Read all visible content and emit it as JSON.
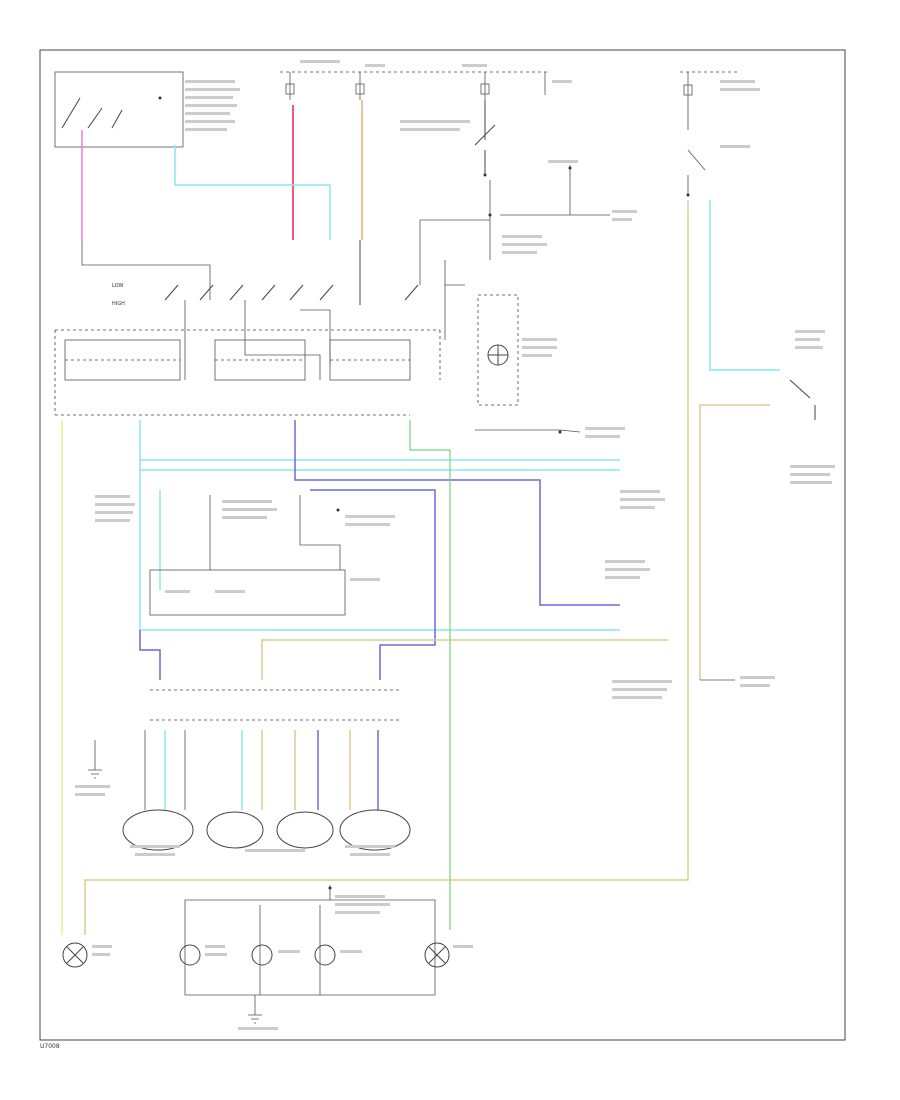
{
  "wire_colors": {
    "pink": "#f07ad0",
    "red": "#f05a78",
    "orange": "#f0a878",
    "light_blue": "#8ae8ee",
    "dark_blue": "#6a6ae0",
    "tan": "#e0c890",
    "yellow": "#eeee90",
    "green": "#7ad07a",
    "ink": "#444444"
  },
  "labels": {
    "switch_position_1": "LOW",
    "switch_position_2": "HIGH",
    "footer_code": "U7008"
  }
}
